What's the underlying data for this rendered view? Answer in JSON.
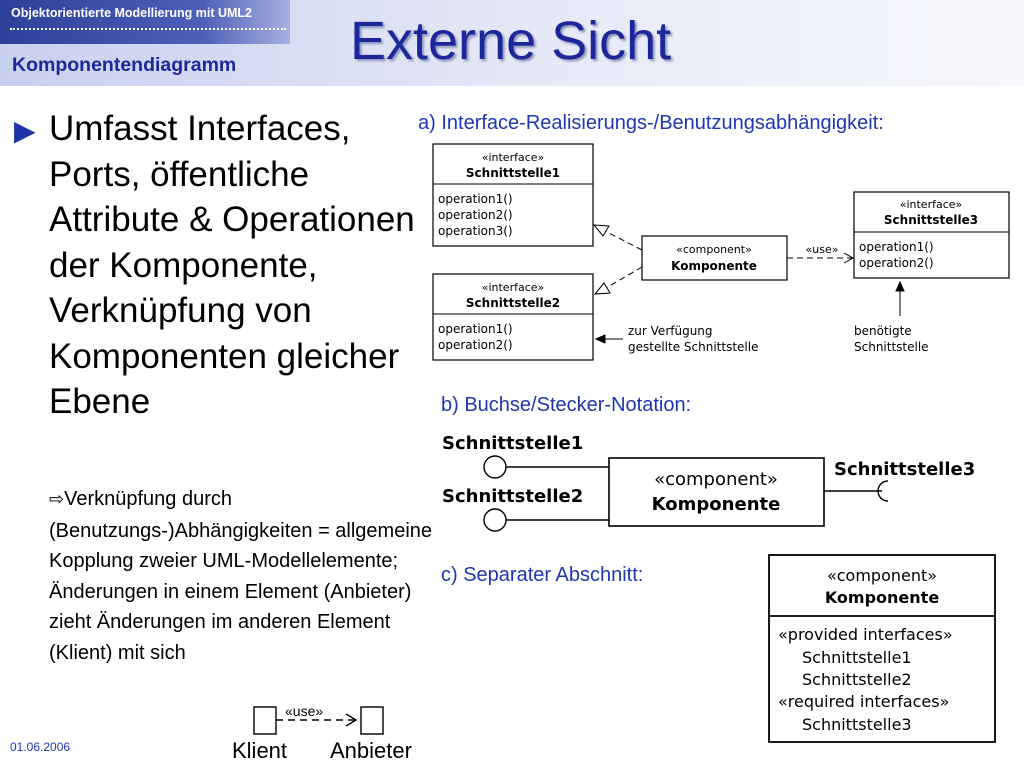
{
  "header": {
    "course": "Objektorientierte Modellierung mit UML2",
    "subtitle": "Komponentendiagramm",
    "title": "Externe Sicht"
  },
  "bullets": {
    "main": "Umfasst Interfaces, Ports, öffentliche Attribute & Operationen der Komponente, Verknüpfung von Komponenten gleicher Ebene",
    "sub": "Verknüpfung durch (Benutzungs-)Abhängigkeiten = allgemeine Kopplung zweier UML-Modellelemente; Änderungen in einem Element (Anbieter) zieht Änderungen im anderen Element (Klient) mit sich"
  },
  "captions": {
    "a": "a) Interface-Realisierungs-/Benutzungsabhängigkeit:",
    "b": "b) Buchse/Stecker-Notation:",
    "c": "c) Separater Abschnitt:"
  },
  "diagram_a": {
    "iface1": {
      "stereo": "«interface»",
      "name": "Schnittstelle1",
      "ops": [
        "operation1()",
        "operation2()",
        "operation3()"
      ]
    },
    "iface2": {
      "stereo": "«interface»",
      "name": "Schnittstelle2",
      "ops": [
        "operation1()",
        "operation2()"
      ]
    },
    "iface3": {
      "stereo": "«interface»",
      "name": "Schnittstelle3",
      "ops": [
        "operation1()",
        "operation2()"
      ]
    },
    "component": {
      "stereo": "«component»",
      "name": "Komponente"
    },
    "use_label": "«use»",
    "provided_note": [
      "zur Verfügung",
      "gestellte Schnittstelle"
    ],
    "required_note": [
      "benötigte",
      "Schnittstelle"
    ]
  },
  "diagram_b": {
    "iface1": "Schnittstelle1",
    "iface2": "Schnittstelle2",
    "iface3": "Schnittstelle3",
    "component": {
      "stereo": "«component»",
      "name": "Komponente"
    }
  },
  "diagram_c": {
    "stereo": "«component»",
    "name": "Komponente",
    "provided_header": "«provided interfaces»",
    "provided": [
      "Schnittstelle1",
      "Schnittstelle2"
    ],
    "required_header": "«required interfaces»",
    "required": [
      "Schnittstelle3"
    ]
  },
  "dependency": {
    "use_label": "«use»",
    "client": "Klient",
    "supplier": "Anbieter"
  },
  "footer": {
    "date": "01.06.2006"
  },
  "colors": {
    "title_blue": "#1c2899",
    "caption_blue": "#1f36b0",
    "header_bar": "#2c3f9a"
  }
}
